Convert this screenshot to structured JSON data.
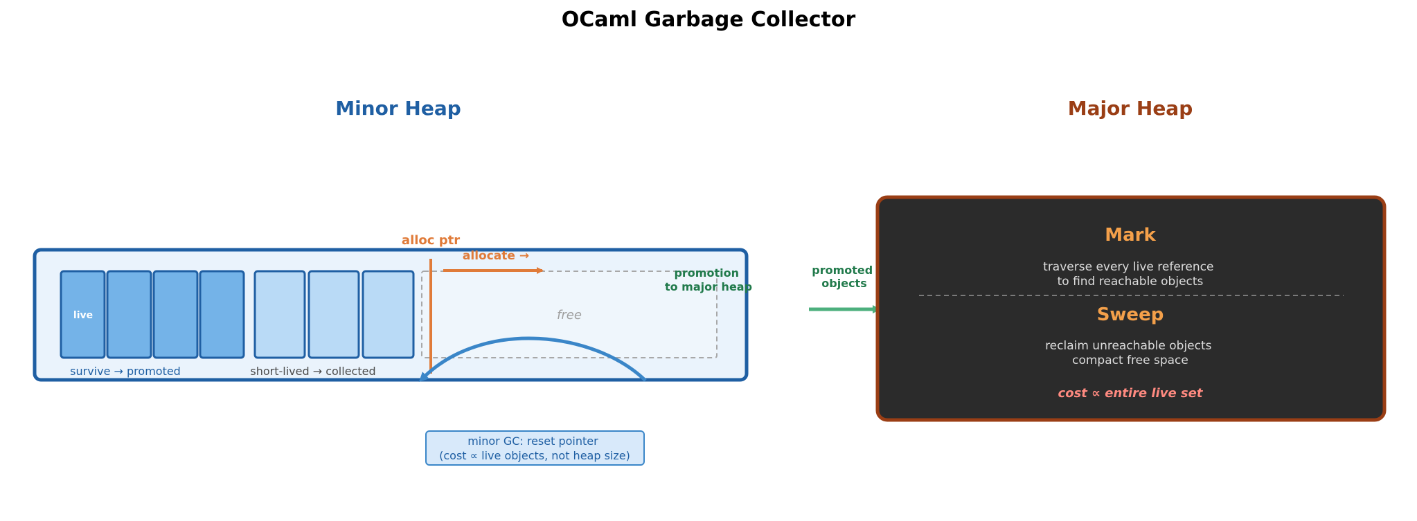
{
  "title": "OCaml Garbage Collector",
  "minor_heap": {
    "heading": "Minor Heap",
    "live_label": "live",
    "survive_label": "survive → promoted",
    "short_lived_label": "short-lived → collected",
    "free_label": "free",
    "alloc_ptr_label": "alloc ptr",
    "allocate_label": "allocate →",
    "promotion_label_line1": "promotion",
    "promotion_label_line2": "to major heap",
    "gc_note_line1": "minor GC: reset pointer",
    "gc_note_line2": "(cost ∝ live objects, not heap size)"
  },
  "transfer": {
    "label_line1": "promoted",
    "label_line2": "objects"
  },
  "major_heap": {
    "heading": "Major Heap",
    "mark_title": "Mark",
    "mark_line1": "traverse every live reference",
    "mark_line2": "to find reachable objects",
    "sweep_title": "Sweep",
    "sweep_line1": "reclaim unreachable objects",
    "sweep_line2": "compact free space",
    "cost_note": "cost ∝ entire live set"
  },
  "colors": {
    "minor_blue": "#1f5fa3",
    "minor_fill": "#eaf3fc",
    "live_block": "#74b3e8",
    "short_block": "#b9daf6",
    "alloc_orange": "#e07b39",
    "promo_green": "#217a4b",
    "arrow_green": "#4caf7d",
    "major_border": "#9a3e15",
    "major_fill": "#2b2b2b",
    "major_heading": "#9a3e15",
    "mark_orange": "#f4a04a",
    "cost_red": "#ff8a80"
  }
}
